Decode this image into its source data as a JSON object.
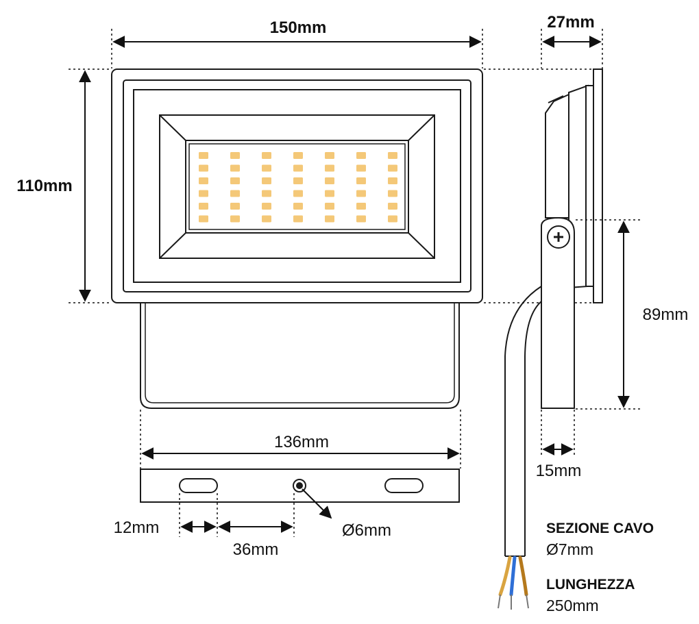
{
  "dimensions": {
    "width_front": "150mm",
    "height_front": "110mm",
    "depth_side": "27mm",
    "bracket_height": "89mm",
    "bracket_depth": "15mm",
    "bracket_width": "136mm",
    "slot_width": "12mm",
    "slot_to_hole": "36mm",
    "hole_diameter": "Ø6mm"
  },
  "cable": {
    "section_label": "SEZIONE CAVO",
    "section_value": "Ø7mm",
    "length_label": "LUNGHEZZA",
    "length_value": "250mm"
  },
  "colors": {
    "outline": "#1a1a1a",
    "led": "#f4c878",
    "wire_blue": "#2f6fd6",
    "wire_brown": "#b5791c",
    "wire_lightbrown": "#d9a441"
  },
  "led_grid": {
    "columns": 7,
    "rows": 6
  }
}
